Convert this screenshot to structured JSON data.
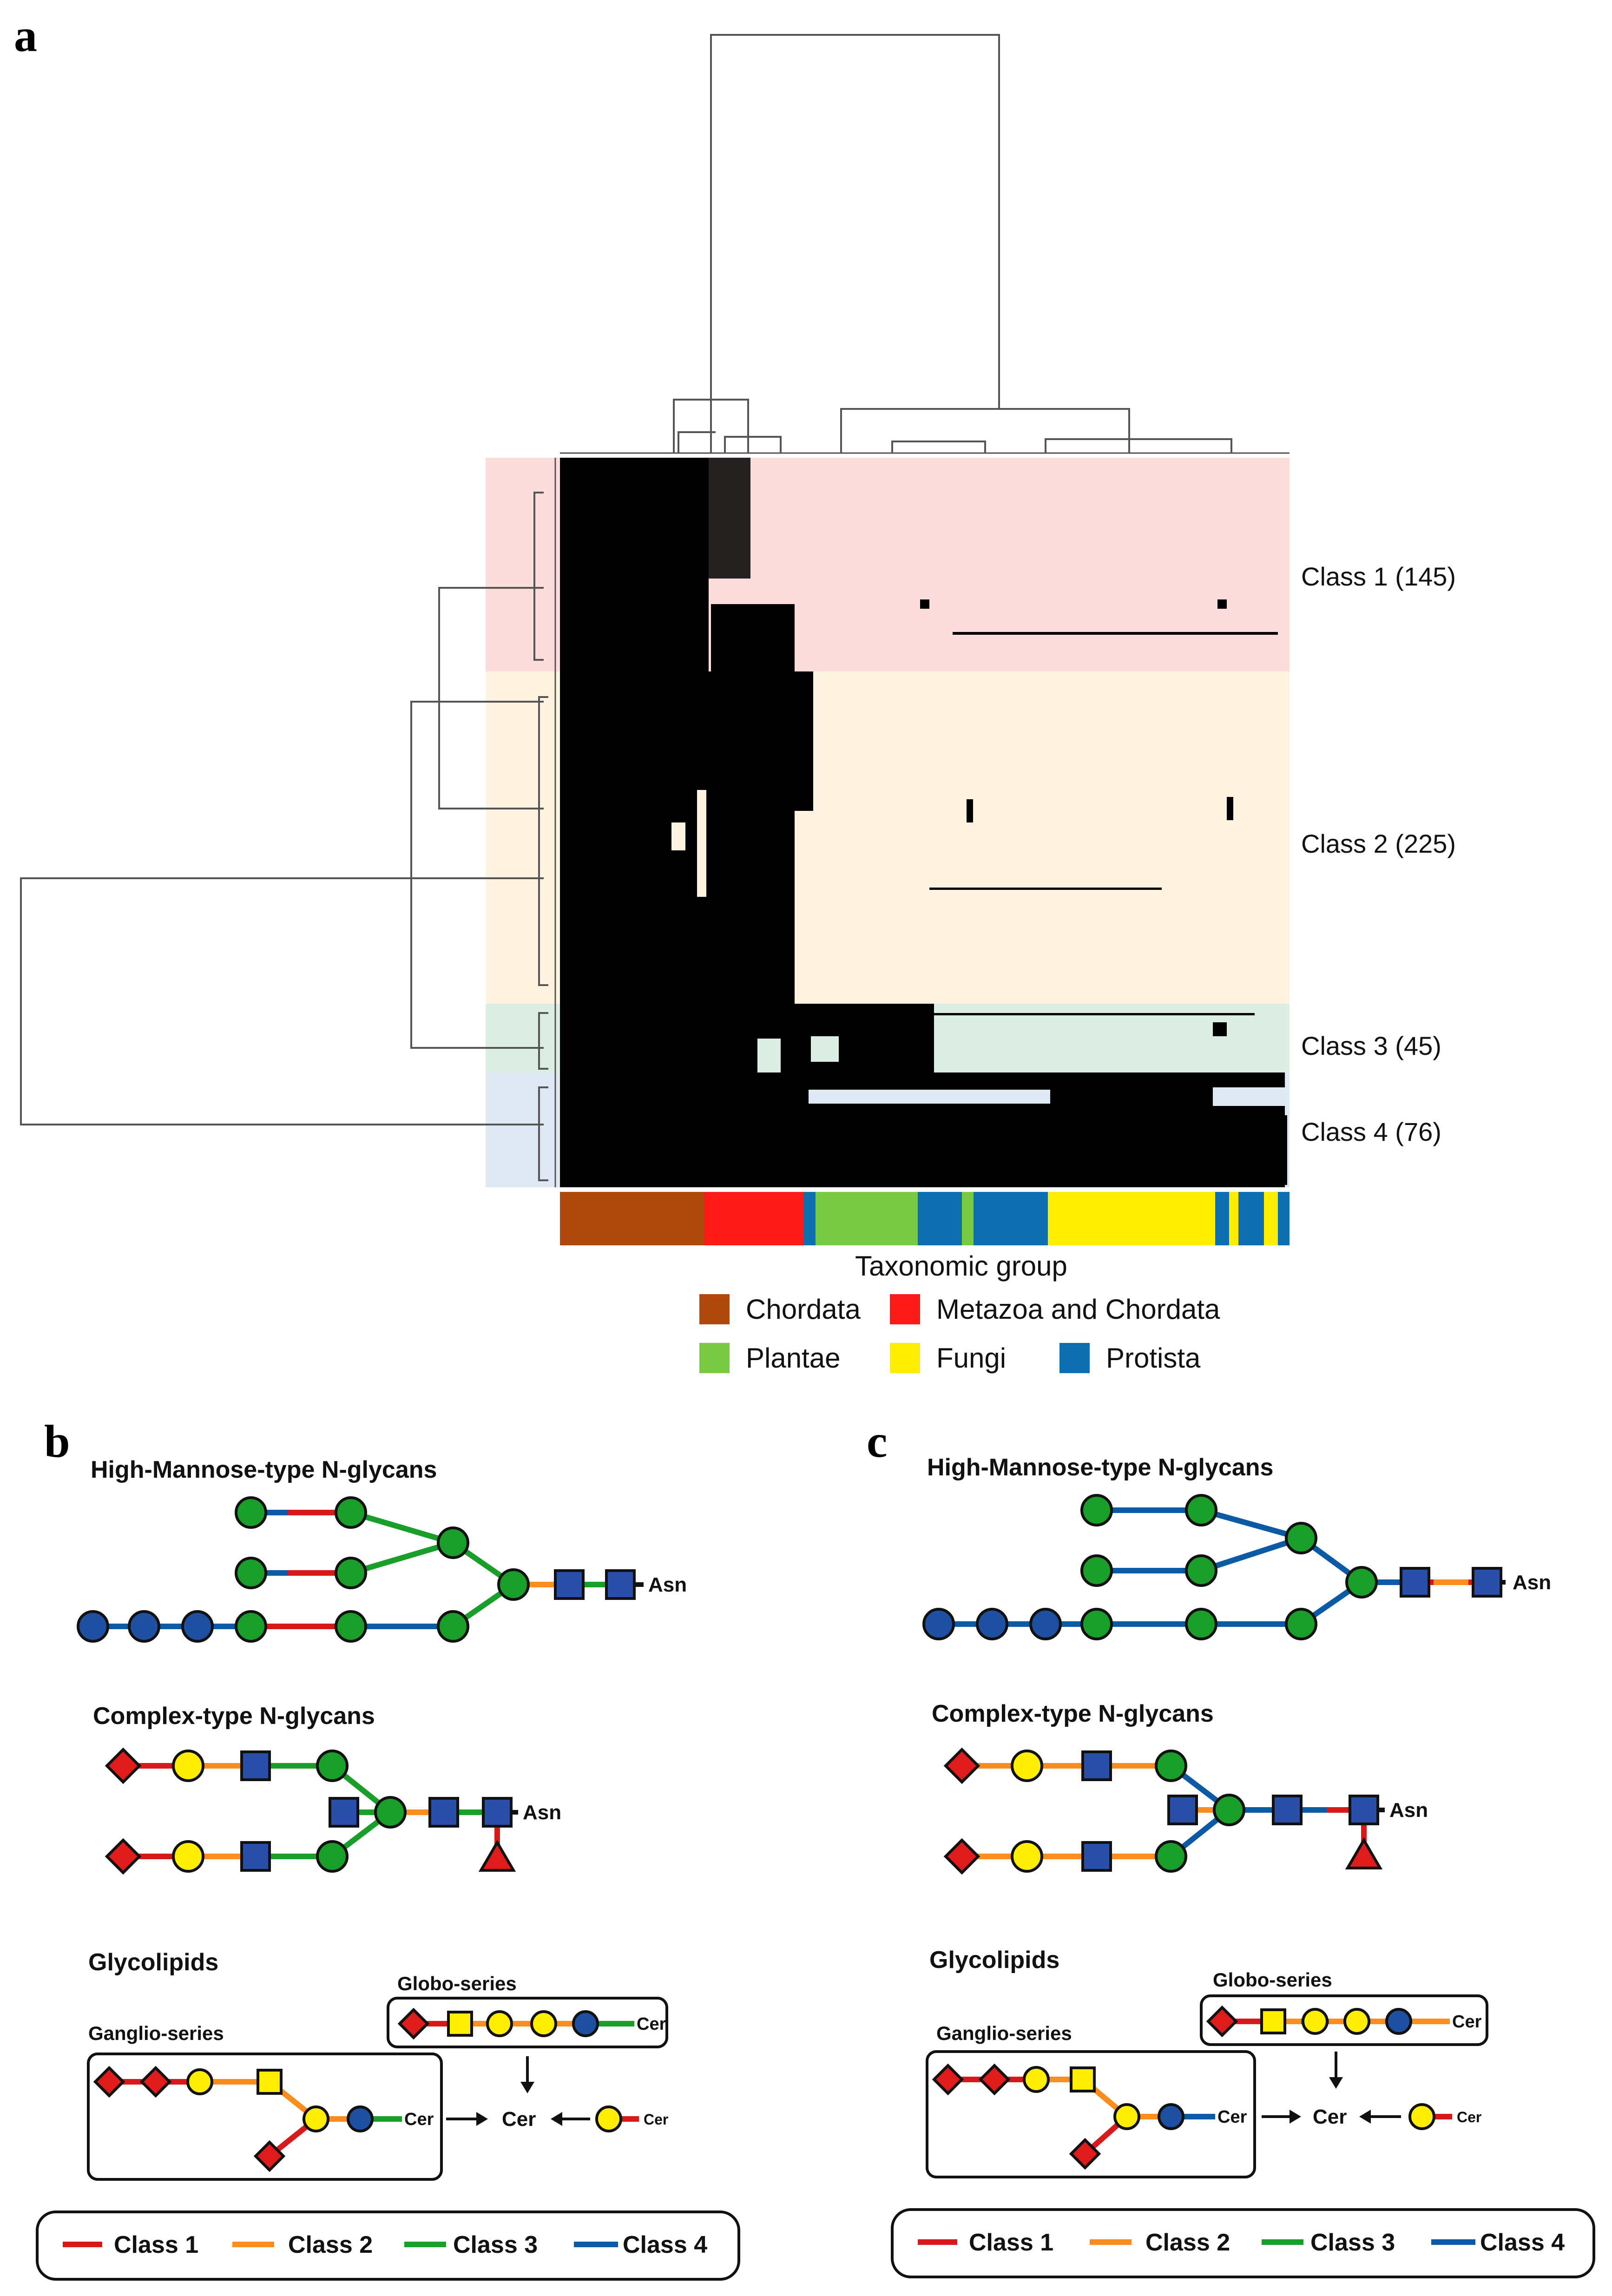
{
  "panel_a": {
    "label": "a",
    "classes": [
      {
        "name": "Class 1 (145)",
        "color": "#fddcdc"
      },
      {
        "name": "Class 2 (225)",
        "color": "#fdf3e0"
      },
      {
        "name": "Class 3 (45)",
        "color": "#dceee4"
      },
      {
        "name": "Class 4 (76)",
        "color": "#dfe9f3"
      }
    ],
    "taxonomy_title": "Taxonomic group",
    "taxonomy_legend": [
      {
        "name": "Chordata",
        "color": "#b04a0c"
      },
      {
        "name": "Metazoa and Chordata",
        "color": "#ff1a1a"
      },
      {
        "name": "Plantae",
        "color": "#7ac943"
      },
      {
        "name": "Fungi",
        "color": "#ffee00"
      },
      {
        "name": "Protista",
        "color": "#0e6fb0"
      }
    ]
  },
  "panel_b": {
    "label": "b",
    "high_mannose_title": "High-Mannose-type N-glycans",
    "complex_title": "Complex-type N-glycans",
    "glycolipids_title": "Glycolipids",
    "globo_label": "Globo-series",
    "ganglio_label": "Ganglio-series",
    "asn": "Asn",
    "cer": "Cer"
  },
  "panel_c": {
    "label": "c",
    "high_mannose_title": "High-Mannose-type N-glycans",
    "complex_title": "Complex-type N-glycans",
    "glycolipids_title": "Glycolipids",
    "globo_label": "Globo-series",
    "ganglio_label": "Ganglio-series",
    "asn": "Asn",
    "cer": "Cer"
  },
  "class_legend": [
    {
      "name": "Class 1",
      "color": "#d7191c"
    },
    {
      "name": "Class 2",
      "color": "#fb8c1e"
    },
    {
      "name": "Class 3",
      "color": "#1a9e2a"
    },
    {
      "name": "Class 4",
      "color": "#0b5aa5"
    }
  ],
  "symbol_colors": {
    "mannose_green": "#1a9e2a",
    "glcnac_blue": "#2a4fa8",
    "blue_circle": "#1f4fa0",
    "galactose_yellow": "#ffee00",
    "sialic_red": "#e01b1b",
    "fucose_red": "#e01b1b"
  }
}
